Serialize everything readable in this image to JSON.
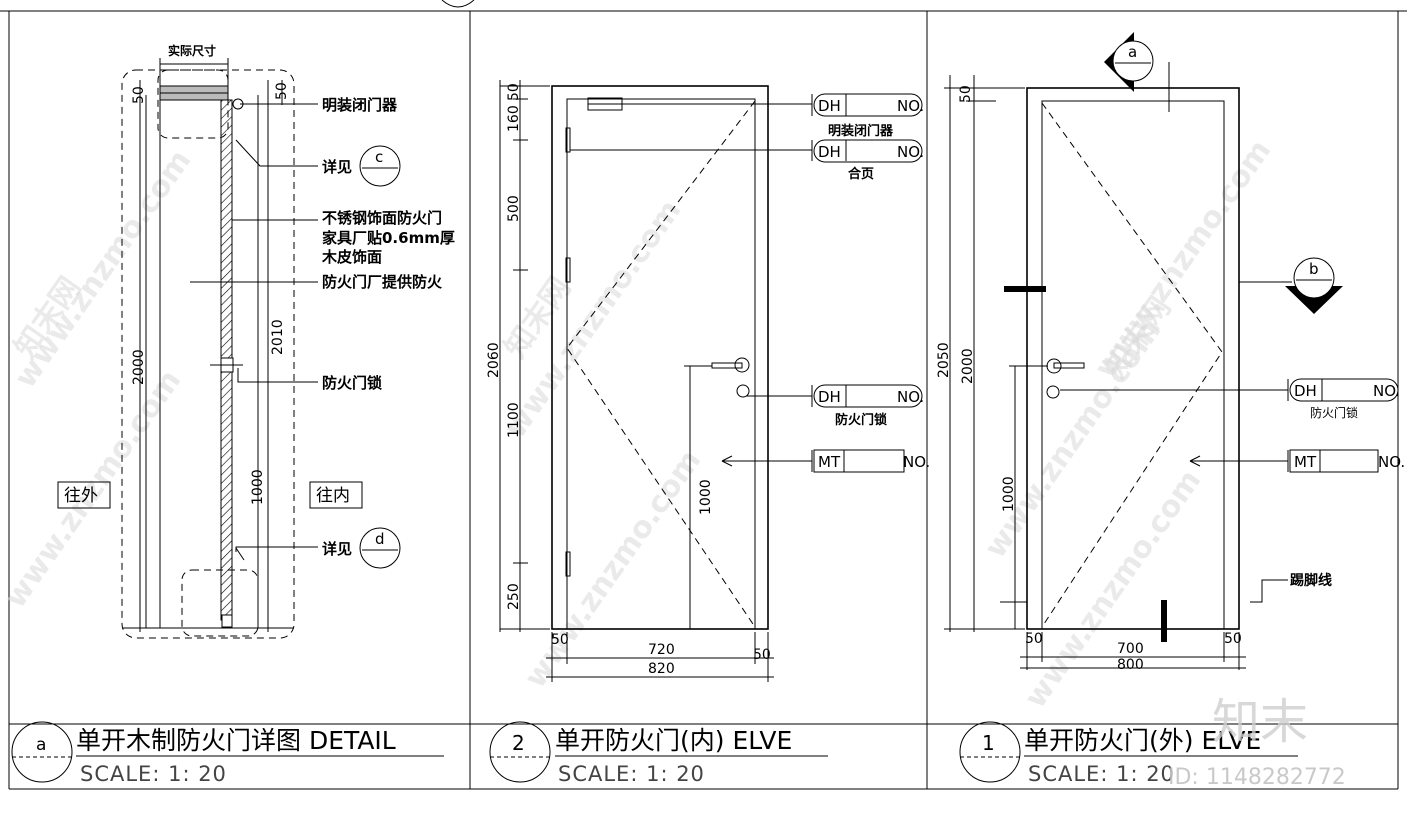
{
  "panel_a": {
    "callouts": {
      "actual_size": "实际尺寸",
      "closer": "明装闭门器",
      "see_detail_1": "详见",
      "face_line1": "不锈钢饰面防火门",
      "face_line2": "家具厂贴0.6mm厚",
      "face_line3": "木皮饰面",
      "fire_supply": "防火门厂提供防火",
      "lock": "防火门锁",
      "see_detail_2": "详见",
      "outside": "往外",
      "inside": "往内"
    },
    "detail_refs": [
      "c",
      "d"
    ],
    "dims": {
      "top_left": "50",
      "top_right": "50",
      "height": "2000",
      "height_total": "2010",
      "lock_height": "1000"
    },
    "title": {
      "number": "a",
      "text": "单开木制防火门详图   DETAIL",
      "scale": "SCALE: 1: 20"
    }
  },
  "panel_2": {
    "dims": {
      "top": "50",
      "closer": "160",
      "hinge_gap": "500",
      "mid": "1100",
      "bottom": "250",
      "overall": "2060",
      "lock_height": "1000",
      "left": "50",
      "width": "720",
      "right": "50",
      "total": "820"
    },
    "tags": [
      {
        "code": "DH",
        "no": "NO.",
        "caption": "明装闭门器"
      },
      {
        "code": "DH",
        "no": "NO.",
        "caption": "合页"
      },
      {
        "code": "DH",
        "no": "NO.",
        "caption": "防火门锁"
      },
      {
        "code": "MT",
        "no": "NO.",
        "caption": ""
      }
    ],
    "title": {
      "number": "2",
      "text": "单开防火门(内)   ELVE",
      "scale": "SCALE: 1: 20"
    }
  },
  "panel_1": {
    "dims": {
      "top": "50",
      "overall": "2050",
      "height": "2000",
      "lock_height": "1000",
      "left": "50",
      "width": "700",
      "right": "50",
      "total": "800"
    },
    "section_refs": [
      "a",
      "b"
    ],
    "tags": [
      {
        "code": "DH",
        "no": "NO.",
        "caption": "防火门锁"
      },
      {
        "code": "MT",
        "no": "NO.",
        "caption": ""
      }
    ],
    "skirting": "踢脚线",
    "title": {
      "number": "1",
      "text": "单开防火门(外)   ELVE",
      "scale": "SCALE: 1: 20"
    }
  },
  "watermark": {
    "text": "www.znzmo.com",
    "brand": "知末",
    "site_cn": "知末网",
    "id_label": "ID: 1148282772"
  }
}
